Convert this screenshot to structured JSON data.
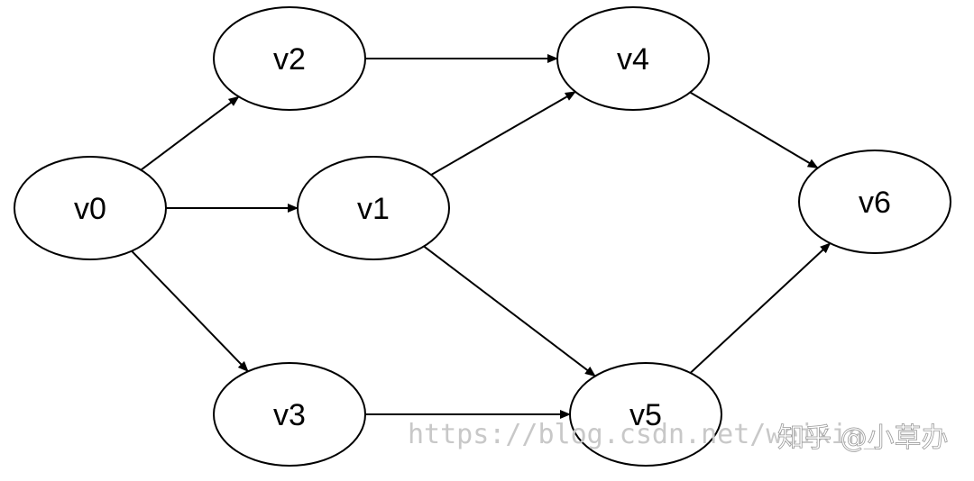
{
  "diagram": {
    "type": "directed-graph",
    "nodes": [
      {
        "id": "v0",
        "label": "v0"
      },
      {
        "id": "v1",
        "label": "v1"
      },
      {
        "id": "v2",
        "label": "v2"
      },
      {
        "id": "v3",
        "label": "v3"
      },
      {
        "id": "v4",
        "label": "v4"
      },
      {
        "id": "v5",
        "label": "v5"
      },
      {
        "id": "v6",
        "label": "v6"
      }
    ],
    "edges": [
      {
        "from": "v0",
        "to": "v2"
      },
      {
        "from": "v0",
        "to": "v1"
      },
      {
        "from": "v0",
        "to": "v3"
      },
      {
        "from": "v2",
        "to": "v4"
      },
      {
        "from": "v1",
        "to": "v4"
      },
      {
        "from": "v1",
        "to": "v5"
      },
      {
        "from": "v3",
        "to": "v5"
      },
      {
        "from": "v4",
        "to": "v6"
      },
      {
        "from": "v5",
        "to": "v6"
      }
    ]
  },
  "watermark": {
    "url": "https://blog.csdn.net/weixin_",
    "author": "知乎 @小草办"
  }
}
